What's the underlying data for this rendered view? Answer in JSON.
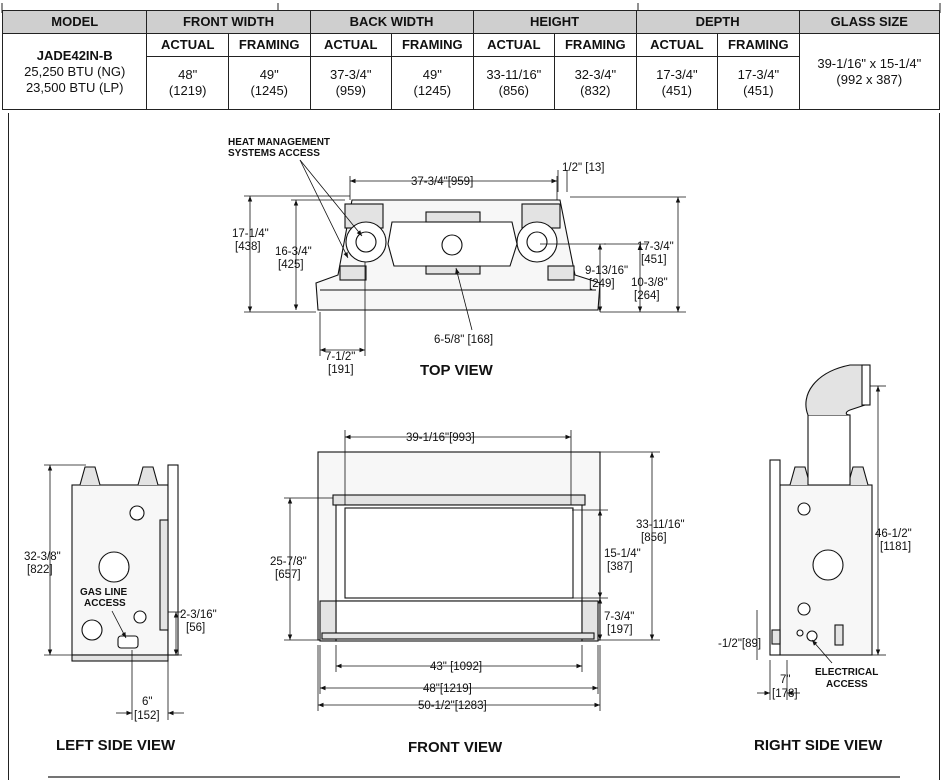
{
  "table": {
    "headers": {
      "model": "MODEL",
      "front_width": "FRONT WIDTH",
      "back_width": "BACK WIDTH",
      "height": "HEIGHT",
      "depth": "DEPTH",
      "glass_size": "GLASS SIZE"
    },
    "sub": {
      "actual": "ACTUAL",
      "framing": "FRAMING"
    },
    "model": {
      "name": "JADE42IN-B",
      "btu_ng": "25,250 BTU (NG)",
      "btu_lp": "23,500 BTU (LP)"
    },
    "values": [
      {
        "in": "48\"",
        "mm": "(1219)"
      },
      {
        "in": "49\"",
        "mm": "(1245)"
      },
      {
        "in": "37-3/4\"",
        "mm": "(959)"
      },
      {
        "in": "49\"",
        "mm": "(1245)"
      },
      {
        "in": "33-11/16\"",
        "mm": "(856)"
      },
      {
        "in": "32-3/4\"",
        "mm": "(832)"
      },
      {
        "in": "17-3/4\"",
        "mm": "(451)"
      },
      {
        "in": "17-3/4\"",
        "mm": "(451)"
      }
    ],
    "glass": {
      "in": "39-1/16\" x 15-1/4\"",
      "mm": "(992 x 387)"
    }
  },
  "top_view": {
    "title": "TOP VIEW",
    "heat_label_1": "HEAT MANAGEMENT",
    "heat_label_2": "SYSTEMS ACCESS",
    "dims": {
      "width_top": "37-3/4\"[959]",
      "half": "1/2\"  [13]",
      "d17_1_4_a": "17-1/4\"",
      "d17_1_4_b": "[438]",
      "d16_3_4_a": "16-3/4\"",
      "d16_3_4_b": "[425]",
      "d17_3_4_a": "17-3/4\"",
      "d17_3_4_b": "[451]",
      "d9_13_16_a": "9-13/16\"",
      "d9_13_16_b": "[249]",
      "d10_3_8_a": "10-3/8\"",
      "d10_3_8_b": "[264]",
      "d6_5_8": "6-5/8\" [168]",
      "d7_1_2_a": "7-1/2\"",
      "d7_1_2_b": "[191]"
    }
  },
  "left_view": {
    "title": "LEFT SIDE VIEW",
    "gas_1": "GAS LINE",
    "gas_2": "ACCESS",
    "dims": {
      "h_a": "32-3/8\"",
      "h_b": "[822]",
      "d2_a": "2-3/16\"",
      "d2_b": "[56]",
      "d6_a": "6\"",
      "d6_b": "[152]"
    }
  },
  "front_view": {
    "title": "FRONT VIEW",
    "dims": {
      "glass_w": "39-1/16\"[993]",
      "h_a": "33-11/16\"",
      "h_b": "[856]",
      "g_a": "15-1/4\"",
      "g_b": "[387]",
      "b_a": "7-3/4\"",
      "b_b": "[197]",
      "o_a": "25-7/8\"",
      "o_b": "[657]",
      "w43": "43\" [1092]",
      "w48": "48\"[1219]",
      "w50": "50-1/2\"[1283]"
    }
  },
  "right_view": {
    "title": "RIGHT SIDE VIEW",
    "elec_1": "ELECTRICAL",
    "elec_2": "ACCESS",
    "dims": {
      "h_a": "46-1/2\"",
      "h_b": "[1181]",
      "d1": "-1/2\"[89]",
      "d7_a": "7\"",
      "d7_b": "[178]"
    }
  }
}
